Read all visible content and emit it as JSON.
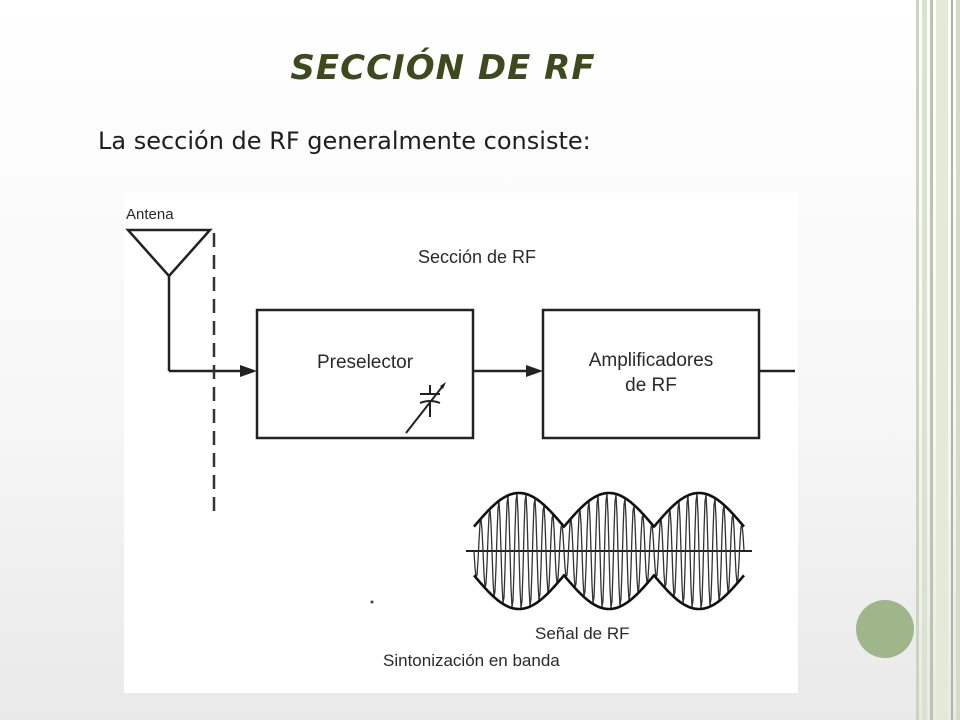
{
  "slide": {
    "title": "SECCIÓN DE RF",
    "subtitle": "La sección de RF generalmente consiste:"
  },
  "diagram": {
    "antenna_label": "Antena",
    "section_label": "Sección de RF",
    "preselector_label": "Preselector",
    "amplifier_line1": "Amplificadores",
    "amplifier_line2": "de RF",
    "signal_label": "Señal de RF",
    "tuning_label": "Sintonización en banda"
  },
  "colors": {
    "title": "#3c4a1e",
    "accent_circle": "#9fb58a",
    "stripe_green": "#c9d6bb",
    "stripe_dark": "#a9b998"
  }
}
